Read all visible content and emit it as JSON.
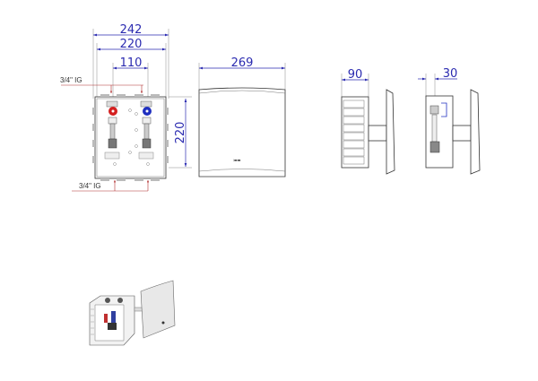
{
  "front_view": {
    "dim_overall_width": "242",
    "dim_inner_width": "220",
    "dim_valve_spacing": "110",
    "dim_height": "220",
    "label_top_connection": "3/4\" IG",
    "label_bottom_connection": "3/4\" IG",
    "hot_color": "#d42020",
    "cold_color": "#2030c0"
  },
  "cover_view": {
    "dim_width": "269"
  },
  "side_view": {
    "dim_depth": "90"
  },
  "side_section_view": {
    "dim_offset": "30"
  },
  "colors": {
    "dimension": "#2a2ab0",
    "outline": "#333333",
    "connection": "#b03030"
  }
}
